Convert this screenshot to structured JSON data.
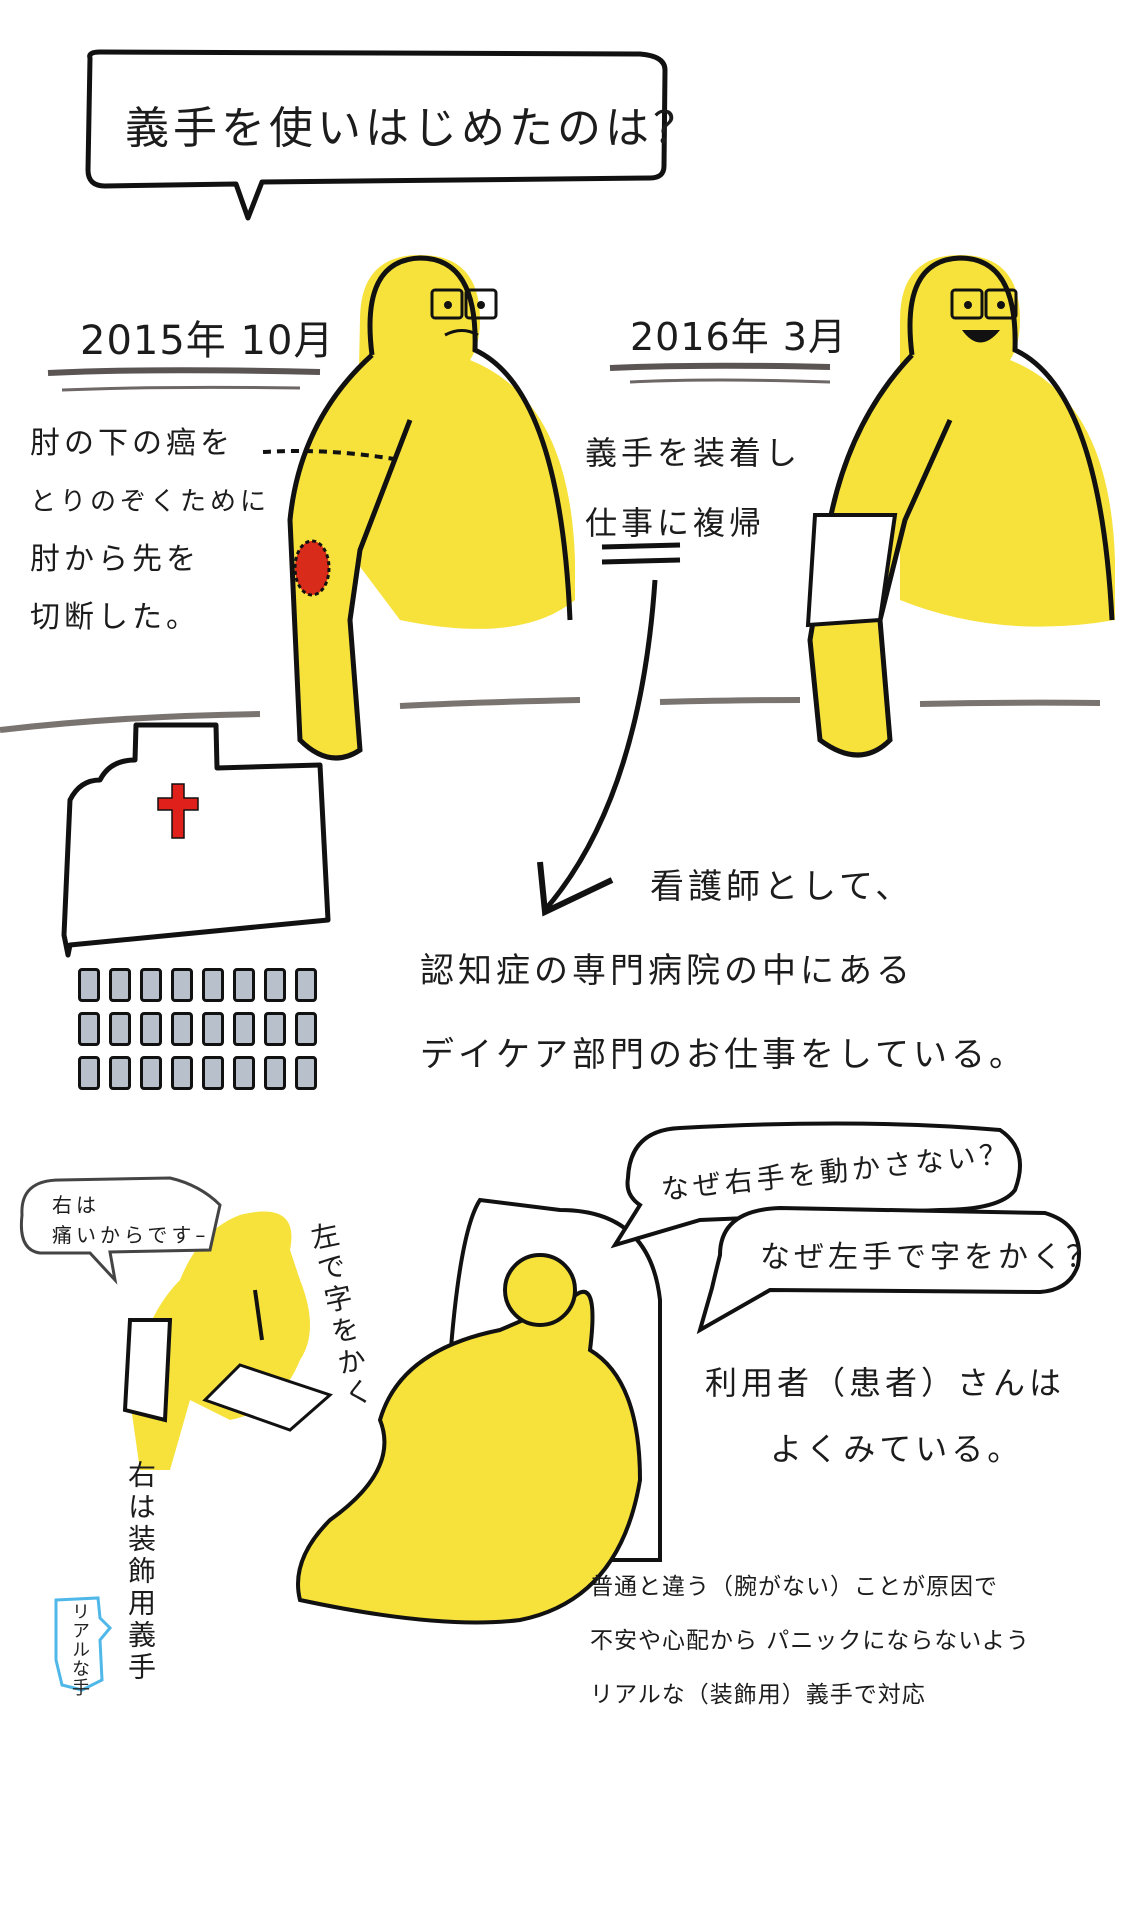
{
  "title_bubble": {
    "text": "義手を使いはじめたのは？"
  },
  "panel_before": {
    "date": "2015年 10月",
    "caption_lines": [
      "肘の下の癌を",
      "とりのぞくために",
      "肘から先を",
      "切断した。"
    ]
  },
  "panel_after": {
    "date": "2016年 3月",
    "caption_lines": [
      "義手を装着し",
      "仕事に複帰"
    ]
  },
  "hospital_section": {
    "lines": [
      "看護師として、",
      "認知症の専門病院の中にある",
      "デイケア部門のお仕事をしている。"
    ]
  },
  "nurse_scene": {
    "speech": [
      "右は",
      "痛いからです–"
    ],
    "annotation_left_writing": "左で字をかく",
    "annotation_right_hand": "右は装飾用義手",
    "tag_real_hand": "リアルな手"
  },
  "patient_scene": {
    "questions": [
      "なぜ右手を動かさない？",
      "なぜ左手で字をかく？"
    ],
    "observation_lines": [
      "利用者（患者）さんは",
      "よくみている。"
    ],
    "explanation_lines": [
      "普通と違う（腕がない）ことが原因で",
      "不安や心配から パニックにならないよう",
      "リアルな（装飾用）義手で対応"
    ]
  },
  "colors": {
    "figure_yellow": "#f7e23b",
    "ink": "#111111",
    "tumor_red": "#d92b1a",
    "cross_red": "#e0201a",
    "window_gray": "#b8c0cc",
    "tag_blue": "#4fb8e8",
    "ground_gray": "#7a7470"
  }
}
